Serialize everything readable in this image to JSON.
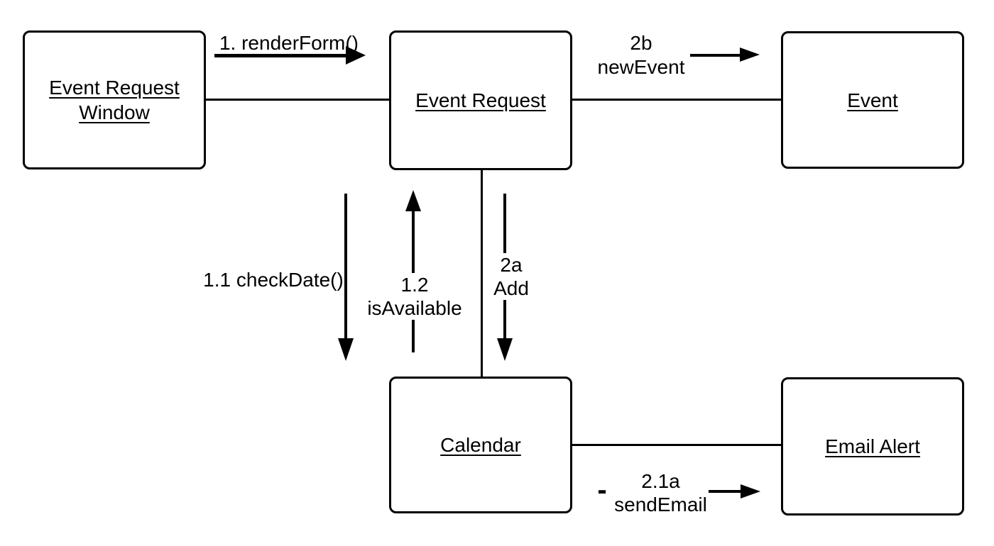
{
  "diagram": {
    "type": "uml-communication-diagram",
    "background": "#ffffff",
    "stroke": "#000000",
    "text_color": "#000000",
    "nodes": {
      "event_request_window": {
        "label": "Event Request Window"
      },
      "event_request": {
        "label": "Event Request"
      },
      "event": {
        "label": "Event"
      },
      "calendar": {
        "label": "Calendar"
      },
      "email_alert": {
        "label": "Email Alert"
      }
    },
    "links": [
      {
        "from": "Event Request Window",
        "to": "Event Request"
      },
      {
        "from": "Event Request",
        "to": "Event"
      },
      {
        "from": "Event Request",
        "to": "Calendar"
      },
      {
        "from": "Calendar",
        "to": "Email Alert"
      }
    ],
    "messages": {
      "render_form": {
        "label": "1. renderForm()",
        "direction": "right",
        "from": "Event Request Window",
        "to": "Event Request"
      },
      "new_event": {
        "line1": "2b",
        "line2": "newEvent",
        "direction": "right",
        "from": "Event Request",
        "to": "Event"
      },
      "check_date": {
        "label": "1.1 checkDate()",
        "direction": "down",
        "from": "Event Request",
        "to": "Calendar"
      },
      "is_available": {
        "line1": "1.2",
        "line2": "isAvailable",
        "direction": "up",
        "from": "Calendar",
        "to": "Event Request"
      },
      "add": {
        "line1": "2a",
        "line2": "Add",
        "direction": "down",
        "from": "Event Request",
        "to": "Calendar"
      },
      "send_email": {
        "line1": "2.1a",
        "line2": "sendEmail",
        "dash": "-",
        "direction": "right",
        "from": "Calendar",
        "to": "Email Alert"
      }
    }
  }
}
